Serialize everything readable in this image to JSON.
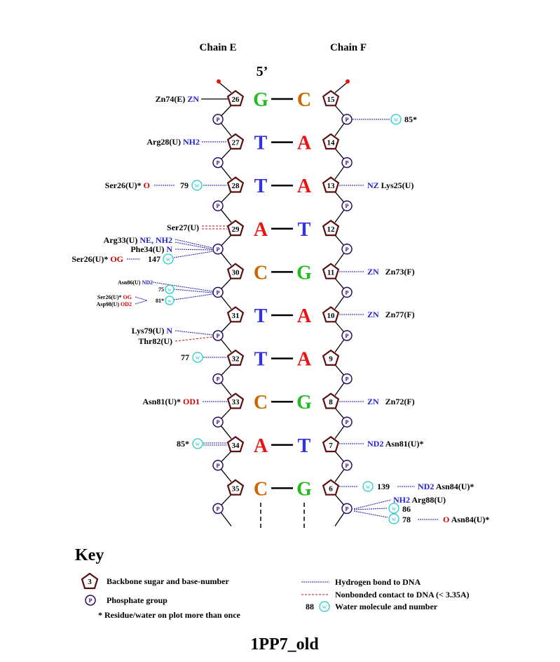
{
  "header": {
    "chain_e": "Chain E",
    "chain_f": "Chain F",
    "five_prime": "5’"
  },
  "strand_e": {
    "residues": [
      {
        "num": "26",
        "base": "G"
      },
      {
        "num": "27",
        "base": "T"
      },
      {
        "num": "28",
        "base": "T"
      },
      {
        "num": "29",
        "base": "A"
      },
      {
        "num": "30",
        "base": "C"
      },
      {
        "num": "31",
        "base": "T"
      },
      {
        "num": "32",
        "base": "T"
      },
      {
        "num": "33",
        "base": "C"
      },
      {
        "num": "34",
        "base": "A"
      },
      {
        "num": "35",
        "base": "C"
      }
    ]
  },
  "strand_f": {
    "residues": [
      {
        "num": "15",
        "base": "C"
      },
      {
        "num": "14",
        "base": "A"
      },
      {
        "num": "13",
        "base": "A"
      },
      {
        "num": "12",
        "base": "T"
      },
      {
        "num": "11",
        "base": "G"
      },
      {
        "num": "10",
        "base": "A"
      },
      {
        "num": "9",
        "base": "A"
      },
      {
        "num": "8",
        "base": "G"
      },
      {
        "num": "7",
        "base": "T"
      },
      {
        "num": "6",
        "base": "G"
      }
    ]
  },
  "phosphate_label": "P",
  "water_label": "w",
  "labels_left": {
    "zn74_res": "Zn74(E)",
    "zn74_atom": "ZN",
    "arg28_res": "Arg28(U)",
    "arg28_atom": "NH2",
    "ser26a_res": "Ser26(U)*",
    "ser26a_atom": "O",
    "w79": "79",
    "ser27_res": "Ser27(U)",
    "arg33_res": "Arg33(U)",
    "arg33_atom": "NE, NH2",
    "phe34_res": "Phe34(U)",
    "phe34_atom": "N",
    "ser26b_res": "Ser26(U)*",
    "ser26b_atom": "OG",
    "w147": "147",
    "asn86_res": "Asn86(U)",
    "asn86_atom": "ND2",
    "w75": "75",
    "ser26c_res": "Ser26(U)*",
    "ser26c_atom": "OG",
    "asp98_res": "Asp98(U)",
    "asp98_atom": "OD2",
    "w81": "81*",
    "lys79_res": "Lys79(U)",
    "lys79_atom": "N",
    "thr82_res": "Thr82(U)",
    "w77": "77",
    "asn81l_res": "Asn81(U)*",
    "asn81l_atom": "OD1",
    "w85l": "85*"
  },
  "labels_right": {
    "w85r": "85*",
    "lys25_atom": "NZ",
    "lys25_res": "Lys25(U)",
    "zn73_atom": "ZN",
    "zn73_res": "Zn73(F)",
    "zn77_atom": "ZN",
    "zn77_res": "Zn77(F)",
    "zn72_atom": "ZN",
    "zn72_res": "Zn72(F)",
    "asn81r_atom": "ND2",
    "asn81r_res": "Asn81(U)*",
    "w139": "139",
    "asn84a_atom": "ND2",
    "asn84a_res": "Asn84(U)*",
    "arg88_atom": "NH2",
    "arg88_res": "Arg88(U)",
    "w86": "86",
    "w78": "78",
    "asn84b_atom": "O",
    "asn84b_res": "Asn84(U)*"
  },
  "key": {
    "title": "Key",
    "sugar_number": "3",
    "sugar_desc": "Backbone sugar and base-number",
    "phosphate_desc": "Phosphate group",
    "star_note": "* Residue/water on plot more than once",
    "hbond_desc": "Hydrogen bond to DNA",
    "nonbonded_desc": "Nonbonded contact to DNA (< 3.35A)",
    "water_number": "88",
    "water_desc": "Water molecule and number"
  },
  "footer": {
    "pdb_id": "1PP7_old"
  },
  "colors": {
    "G": "#22bb22",
    "C": "#cc6600",
    "T": "#3333dd",
    "A": "#ee1111",
    "hbond": "#1a1aa6",
    "nonbonded": "#aa1111",
    "water": "#22cccc",
    "phosphate": "#2a0a6a",
    "sugar": "#5a1010",
    "atom_blue": "#2222cc",
    "atom_red": "#cc0000"
  }
}
